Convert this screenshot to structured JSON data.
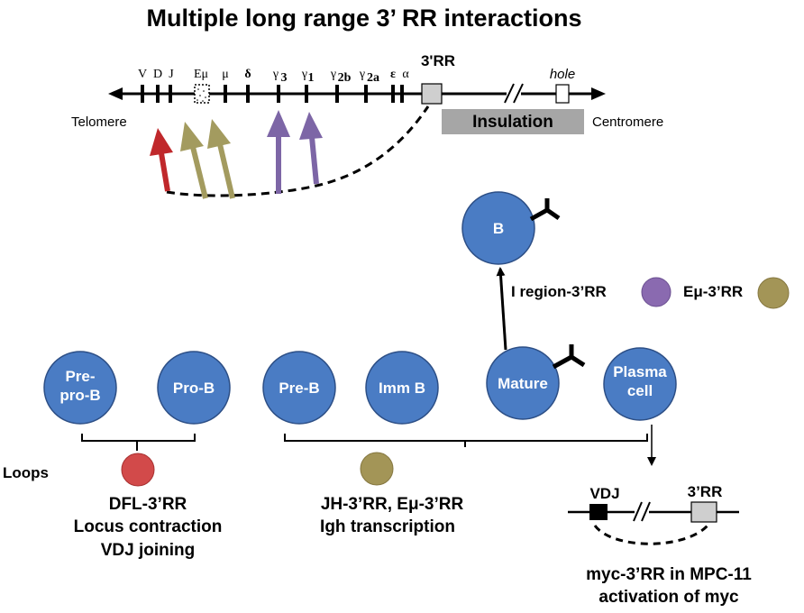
{
  "title": "Multiple long range 3’ RR interactions",
  "locus": {
    "segments": [
      "V",
      "D",
      "J",
      "Eμ",
      "μ",
      "δ",
      "γ",
      "γ",
      "γ",
      "γ",
      "ε",
      "α"
    ],
    "subscripts": [
      "3",
      "1",
      "2b",
      "2a"
    ],
    "rr_label": "3'RR",
    "hole_label": "hole",
    "telomere": "Telomere",
    "centromere": "Centromere",
    "insulation": "Insulation",
    "colors": {
      "red": "#c0282b",
      "olive": "#a39b5f",
      "purple": "#7d66a6",
      "gray_box": "#cfcfcf",
      "insulation_bar": "#a6a6a6"
    }
  },
  "cells": {
    "prepro": [
      "Pre-",
      "pro-B"
    ],
    "prob": "Pro-B",
    "preb": "Pre-B",
    "immb": "Imm B",
    "mature": "Mature",
    "plasma": [
      "Plasma",
      "cell"
    ],
    "b": "B",
    "color": "#4a7cc4"
  },
  "legend": {
    "i_region": "I region-3’RR",
    "emu": "Eμ-3’RR",
    "purple_dot": "#8a6ab0",
    "olive_dot": "#a39557"
  },
  "loops_label": "Loops",
  "early": [
    "DFL-3’RR",
    "Locus contraction",
    "VDJ joining"
  ],
  "middle": [
    "JH-3’RR, Eμ-3’RR",
    "Igh transcription"
  ],
  "inset": {
    "vdj": "VDJ",
    "rr": "3’RR",
    "caption": [
      "myc-3’RR in MPC-11",
      "activation of myc"
    ]
  }
}
